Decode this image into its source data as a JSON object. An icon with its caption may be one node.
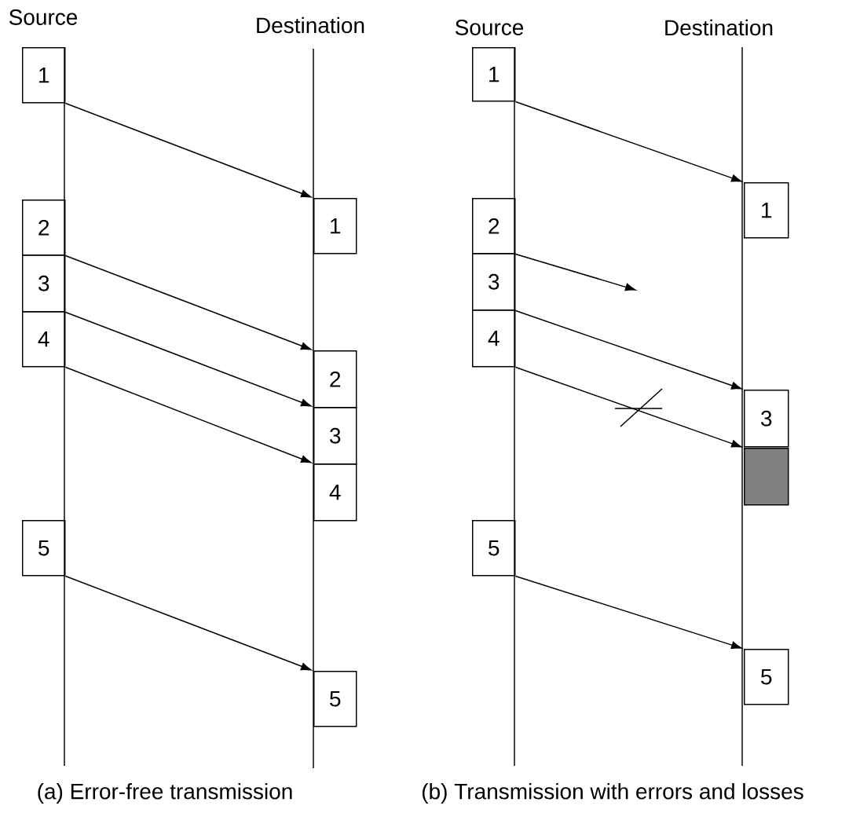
{
  "diagram": {
    "nodes": [
      {
        "text": [
          "1"
        ]
      },
      {
        "text": [
          "2"
        ]
      },
      {
        "text": [
          "3"
        ]
      },
      {
        "text": [
          "4"
        ]
      },
      {
        "text": [
          "5"
        ]
      },
      {
        "text": [
          "1"
        ]
      },
      {
        "text": [
          "2"
        ]
      },
      {
        "text": [
          "3"
        ]
      },
      {
        "text": [
          "4"
        ]
      },
      {
        "text": [
          "5"
        ]
      },
      {
        "text": [
          "1"
        ]
      },
      {
        "text": [
          "2"
        ]
      },
      {
        "text": [
          "3"
        ]
      },
      {
        "text": [
          "4"
        ]
      },
      {
        "text": [
          "5"
        ]
      },
      {
        "text": [
          "1"
        ]
      },
      {
        "text": [
          "3"
        ]
      },
      {
        "text": [],
        "shape": "box"
      },
      {
        "text": [
          "5"
        ]
      }
    ],
    "edges": [
      {
        "from": 0,
        "to": 5,
        "arrow": "to"
      },
      {
        "from": 1,
        "to": 6,
        "arrow": "to"
      },
      {
        "from": 2,
        "to": 7,
        "arrow": "to"
      },
      {
        "from": 3,
        "to": 8,
        "arrow": "to"
      },
      {
        "from": 4,
        "to": 9,
        "arrow": "to"
      },
      {
        "from": 10,
        "to": 15,
        "arrow": "to"
      },
      {
        "from": 11,
        "to": null,
        "arrow": "to"
      },
      {
        "from": 12,
        "to": 16,
        "arrow": "to"
      },
      {
        "from": 13,
        "to": 17,
        "arrow": "to"
      },
      {
        "from": 14,
        "to": 18,
        "arrow": "to"
      }
    ],
    "labels": [
      "Source",
      "Destination",
      "Source",
      "Destination",
      "(a) Error-free transmission",
      "(b) Transmission with errors and losses"
    ]
  }
}
